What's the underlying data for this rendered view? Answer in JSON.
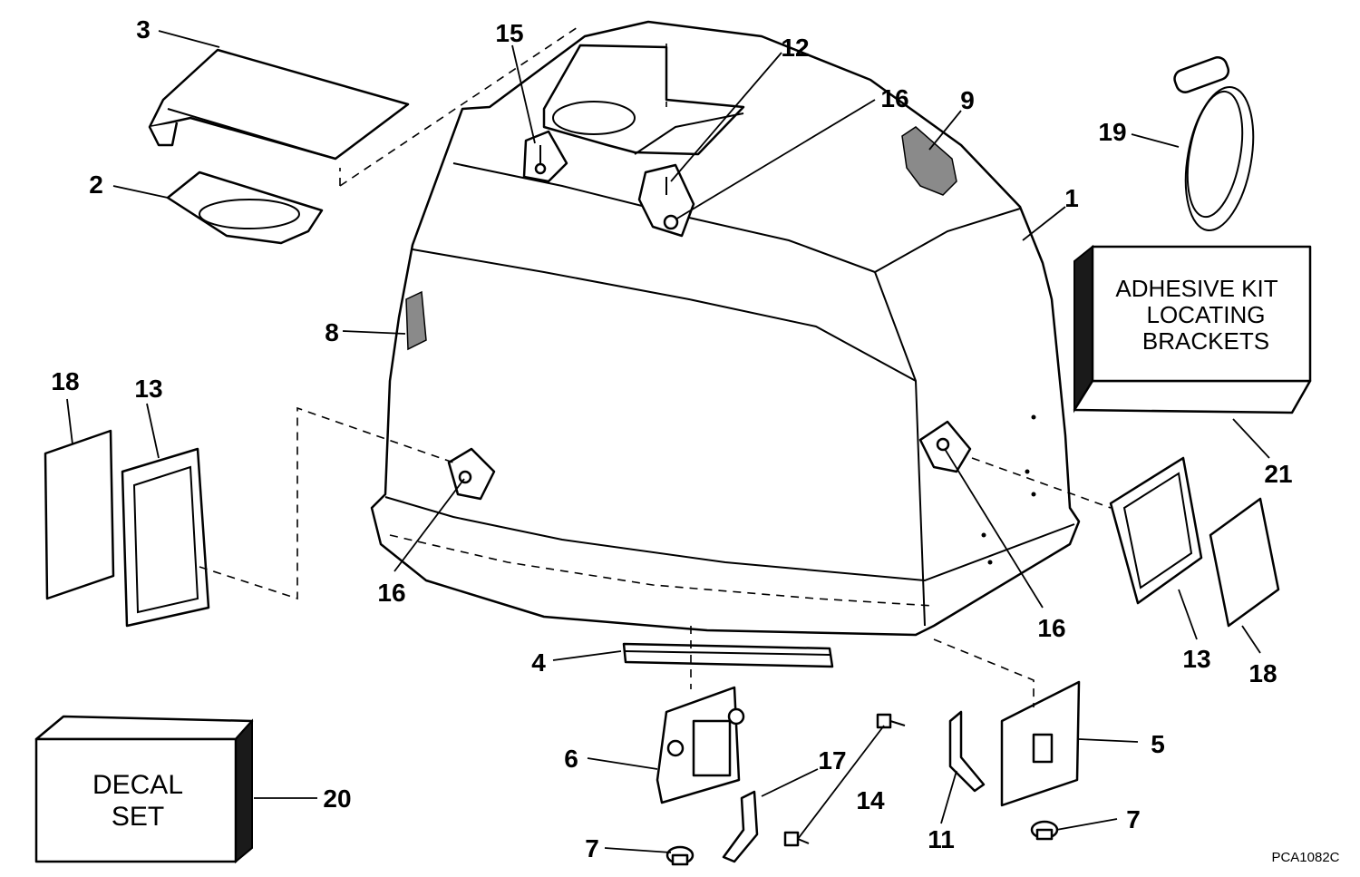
{
  "diagram": {
    "code": "PCA1082C",
    "callouts": [
      "3",
      "15",
      "12",
      "16",
      "9",
      "19",
      "2",
      "1",
      "8",
      "18",
      "13",
      "16",
      "21",
      "16",
      "13",
      "18",
      "4",
      "5",
      "6",
      "17",
      "14",
      "11",
      "7",
      "7",
      "20"
    ],
    "boxes": {
      "adhesive_kit": [
        "ADHESIVE KIT",
        "LOCATING",
        "BRACKETS"
      ],
      "decal_set": [
        "DECAL",
        "SET"
      ]
    }
  }
}
